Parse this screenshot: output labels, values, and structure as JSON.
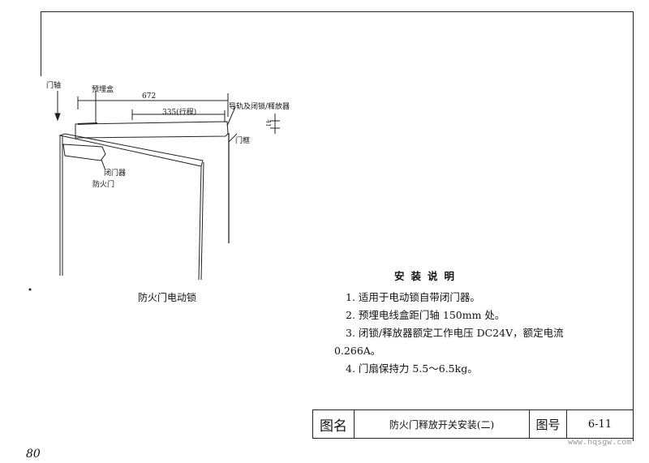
{
  "drawing": {
    "labels": {
      "door_axis": "门轴",
      "embedded_box": "预埋盒",
      "dim_total": "672",
      "dim_stroke": "335(行程)",
      "rail_release": "导轨及闭锁/释放器",
      "dim_height": "41",
      "door_frame": "门框",
      "door_closer": "闭门器",
      "fire_door": "防火门"
    },
    "caption": "防火门电动锁"
  },
  "notes": {
    "title": "安装说明",
    "items": [
      "1. 适用于电动锁自带闭门器。",
      "2. 预埋电线盒距门轴 150mm 处。",
      "3. 闭锁/释放器额定工作电压 DC24V，额定电流",
      "0.266A。",
      "4. 门扇保持力 5.5～6.5kg。"
    ]
  },
  "title_block": {
    "name_label": "图名",
    "title": "防火门释放开关安装(二)",
    "number_label": "图号",
    "number": "6-11"
  },
  "watermark": "www.hqsgw.com",
  "page_number": "80"
}
